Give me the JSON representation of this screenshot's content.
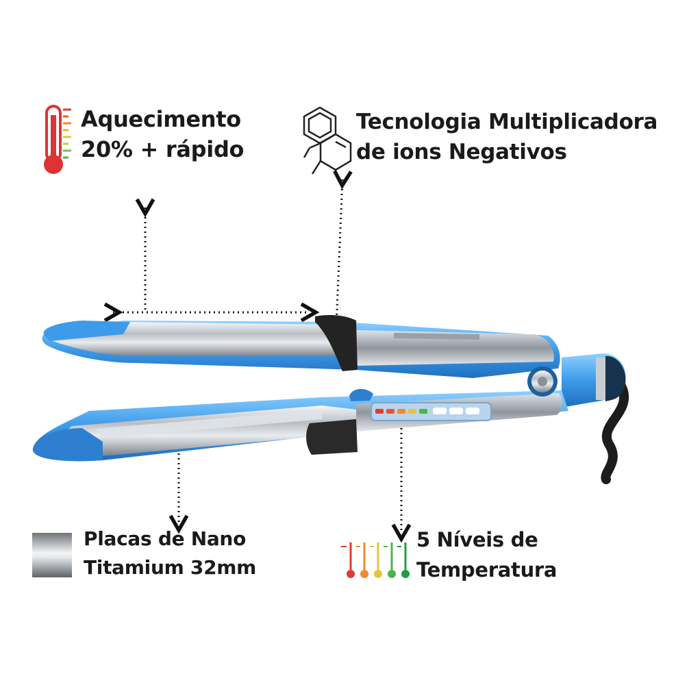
{
  "features": {
    "heating": {
      "icon": "thermometer-icon",
      "line1": "Aquecimento",
      "line2": "20% + rápido"
    },
    "ions": {
      "icon": "molecule-icon",
      "line1": "Tecnologia Multiplicadora",
      "line2": "de ions Negativos"
    },
    "plates": {
      "icon": "metal-plate-swatch-icon",
      "line1": "Placas de Nano",
      "line2": "Titamium 32mm"
    },
    "temperature": {
      "icon": "temperature-levels-icon",
      "line1": "5 Níveis de",
      "line2": "Temperatura"
    }
  },
  "colors": {
    "accent_blue": "#3d9be9",
    "level_colors": [
      "#e23b2c",
      "#f08a2c",
      "#e9c33a",
      "#49b54a",
      "#1e9f3a"
    ]
  },
  "product": {
    "icon": "hair-straightener-image"
  }
}
